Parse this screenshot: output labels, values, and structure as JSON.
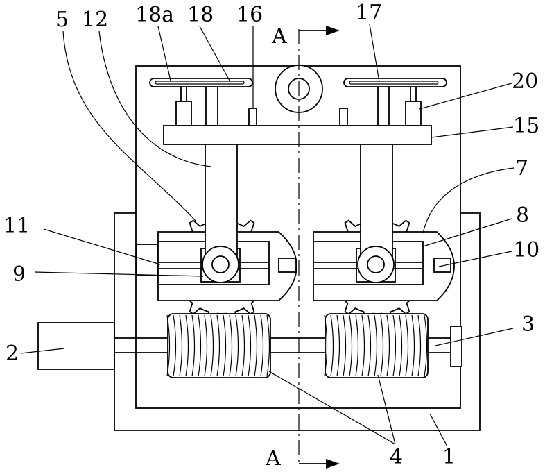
{
  "labels": {
    "l5": "5",
    "l12": "12",
    "l18a": "18a",
    "l18": "18",
    "l16": "16",
    "l17": "17",
    "l20": "20",
    "l15": "15",
    "l7": "7",
    "l8": "8",
    "l11": "11",
    "l10": "10",
    "l9": "9",
    "l3": "3",
    "l2": "2",
    "l4": "4",
    "l1": "1"
  },
  "section": {
    "top": "A",
    "bottom": "A"
  }
}
